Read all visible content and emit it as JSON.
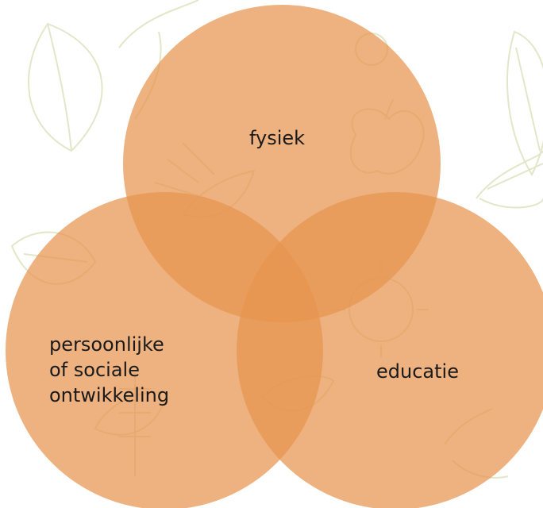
{
  "diagram": {
    "circles": [
      {
        "id": "top",
        "label": "fysiek"
      },
      {
        "id": "left",
        "label_lines": [
          "persoonlijke",
          "of sociale",
          "ontwikkeling"
        ]
      },
      {
        "id": "right",
        "label": "educatie"
      }
    ],
    "circle_color": "#e8944f",
    "background_line_color": "#e3e6c9"
  }
}
